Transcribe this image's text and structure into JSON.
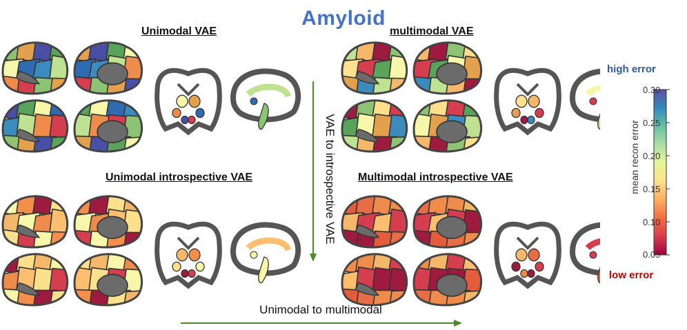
{
  "figure_title": "Amyloid",
  "panels": [
    {
      "title": "Unimodal VAE",
      "palette": [
        "#5aa35a",
        "#8cc473",
        "#bfe192",
        "#f6f7a8",
        "#e3a04d",
        "#f08c4b",
        "#2f6bb1",
        "#4a4fa6",
        "#d53e4f",
        "#3b8bbf"
      ]
    },
    {
      "title": "multimodal VAE",
      "palette": [
        "#8cc473",
        "#bfe192",
        "#f6f7a8",
        "#fde08b",
        "#f5b86b",
        "#e3a04d",
        "#d53e4f",
        "#9e1a3f",
        "#3b8bbf",
        "#5aa35a"
      ]
    },
    {
      "title": "Unimodal introspective VAE",
      "palette": [
        "#fde08b",
        "#f6f7a8",
        "#fdbe6f",
        "#f5b86b",
        "#f38f4b",
        "#fde08b",
        "#f6f7a8",
        "#9e1a3f",
        "#d53e4f",
        "#f08c4b"
      ]
    },
    {
      "title": "Multimodal introspective VAE",
      "palette": [
        "#f08c4b",
        "#e55c3a",
        "#d53e4f",
        "#f5b86b",
        "#e86d44",
        "#9e1a3f",
        "#d53e4f",
        "#f08c4b",
        "#9e1a3f",
        "#fdbe6f"
      ]
    }
  ],
  "arrows": {
    "vertical_label": "VAE to introspective VAE",
    "horizontal_label": "Unimodal to multimodal",
    "color": "#4a8a2a"
  },
  "colorbar": {
    "top_label": "high error",
    "bottom_label": "low error",
    "axis_label": "mean recon error",
    "ticks": [
      "0.30",
      "0.25",
      "0.20",
      "0.15",
      "0.10",
      "0.05"
    ],
    "range": [
      0.05,
      0.3
    ],
    "colors": [
      "#5e4fa2",
      "#3288bd",
      "#66c2a5",
      "#abdda4",
      "#e6f598",
      "#fee08b",
      "#fdae61",
      "#f46d43",
      "#d53e4f",
      "#9e0142"
    ]
  }
}
